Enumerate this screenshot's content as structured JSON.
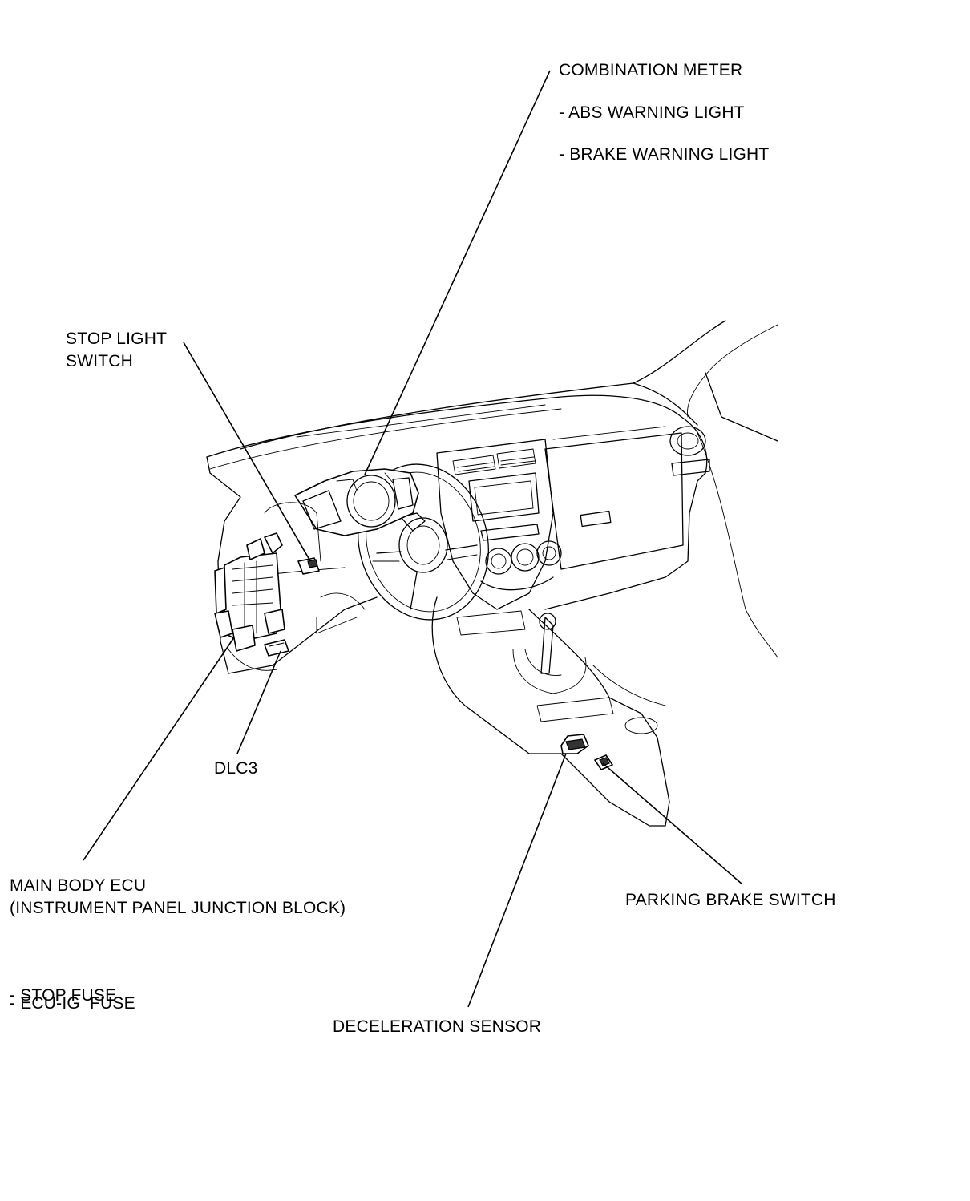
{
  "labels": {
    "combination_meter": {
      "title": "COMBINATION METER",
      "items": [
        "- ABS WARNING LIGHT",
        "- BRAKE WARNING LIGHT"
      ]
    },
    "stop_light_switch": {
      "lines": [
        "STOP LIGHT",
        "SWITCH"
      ]
    },
    "dlc3": {
      "title": "DLC3"
    },
    "main_body_ecu": {
      "lines": [
        "MAIN BODY ECU",
        "(INSTRUMENT PANEL JUNCTION BLOCK)"
      ],
      "items": [
        "- ECU-IG  FUSE",
        "- STOP FUSE"
      ]
    },
    "parking_brake_switch": {
      "title": "PARKING BRAKE SWITCH"
    },
    "deceleration_sensor": {
      "title": "DECELERATION SENSOR"
    }
  }
}
